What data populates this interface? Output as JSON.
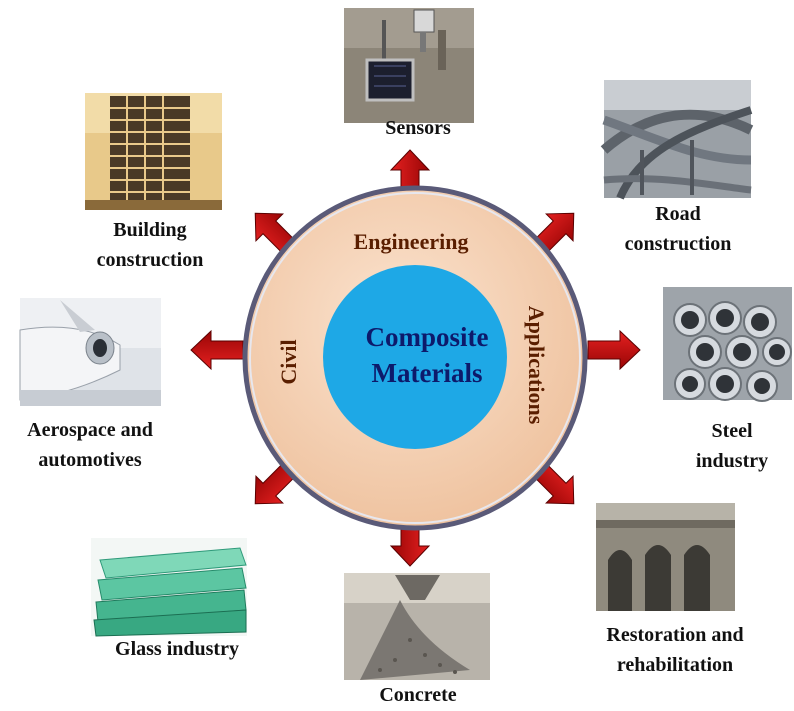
{
  "center": {
    "title_line1": "Composite",
    "title_line2": "Materials",
    "ring_top": "Engineering",
    "ring_left": "Civil",
    "ring_right": "Applications"
  },
  "applications": {
    "sensors": "Sensors",
    "road_line1": "Road",
    "road_line2": "construction",
    "steel_line1": "Steel",
    "steel_line2": "industry",
    "restoration_line1": "Restoration and",
    "restoration_line2": "rehabilitation",
    "concrete": "Concrete",
    "glass": "Glass industry",
    "aero_line1": "Aerospace and",
    "aero_line2": "automotives",
    "building_line1": "Building",
    "building_line2": "construction"
  },
  "colors": {
    "outer_circle": "#f6d2b4",
    "outer_border": "#5a5a78",
    "inner_circle": "#1ea8e6",
    "title_text": "#0d1a6b",
    "ring_text": "#5a1e00",
    "arrow": "#c80a0a"
  }
}
